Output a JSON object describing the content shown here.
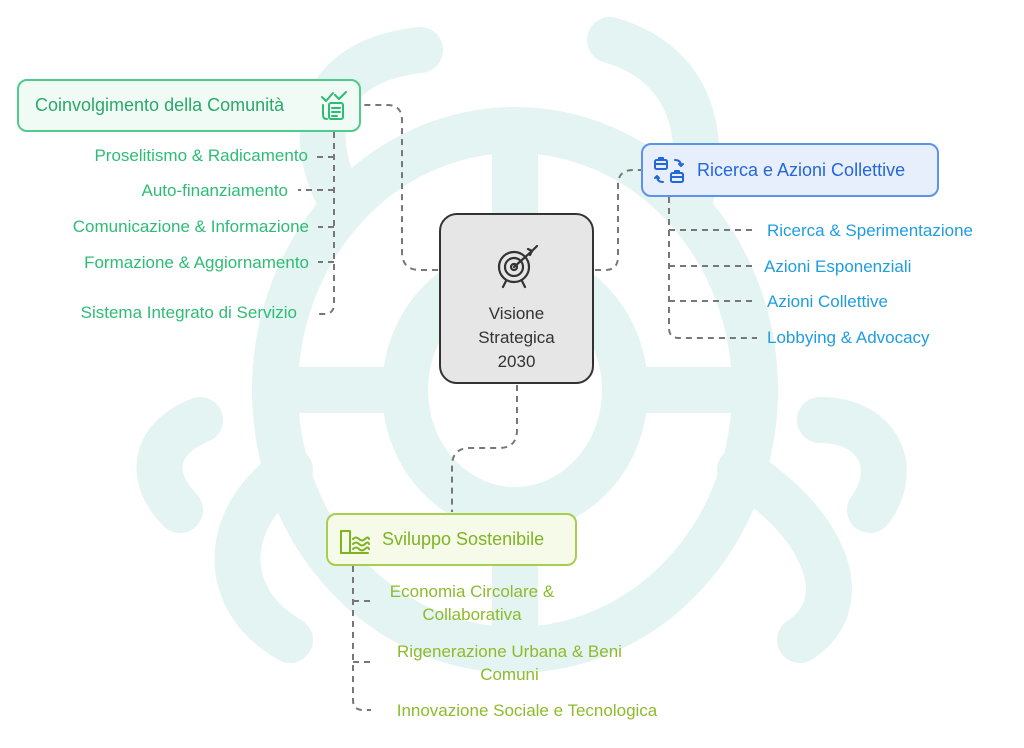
{
  "colors": {
    "community": "#2ebc75",
    "research": "#1f9de0",
    "sustain": "#8dbb2c",
    "center": "#333333",
    "connector": "#777777",
    "background_shape": "#e3f4f2"
  },
  "center": {
    "icon": "target-icon",
    "lines": [
      "Visione",
      "Strategica",
      "2030"
    ]
  },
  "community": {
    "title": "Coinvolgimento della Comunità",
    "icon": "checklist-hand-icon",
    "items": [
      "Proselitismo & Radicamento",
      "Auto-finanziamento",
      "Comunicazione & Informazione",
      "Formazione & Aggiornamento",
      "Sistema Integrato di Servizio"
    ]
  },
  "research": {
    "title": "Ricerca e Azioni Collettive",
    "icon": "briefcase-exchange-icon",
    "items": [
      "Ricerca & Sperimentazione",
      "Azioni Esponenziali",
      "Azioni Collettive",
      "Lobbying & Advocacy"
    ]
  },
  "sustain": {
    "title": "Sviluppo Sostenibile",
    "icon": "dam-water-icon",
    "items": [
      [
        "Economia Circolare &",
        "Collaborativa"
      ],
      [
        "Rigenerazione Urbana & Beni",
        "Comuni"
      ],
      [
        "Innovazione Sociale e Tecnologica"
      ]
    ]
  }
}
